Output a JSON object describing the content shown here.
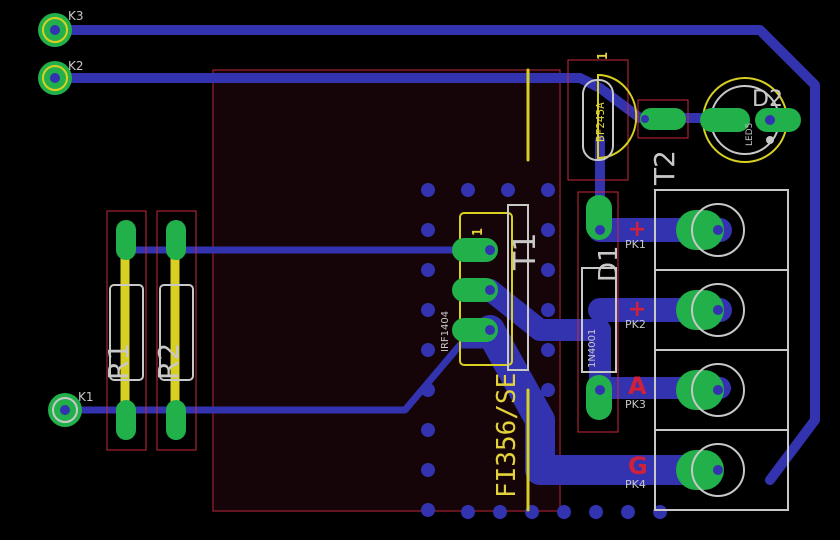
{
  "connectors": {
    "k1": "K1",
    "k2": "K2",
    "k3": "K3"
  },
  "resistors": {
    "r1": "R1",
    "r2": "R2"
  },
  "heatsink": {
    "label": "FI356/SE"
  },
  "transistor_t1": {
    "name": "T1",
    "value": "IRF1404",
    "pin1": "1"
  },
  "transistor_t2": {
    "name": "T2",
    "value": "BF245A",
    "pin1": "1"
  },
  "diode_d1": {
    "name": "D1",
    "value": "1N4001"
  },
  "led_d2": {
    "name": "D2",
    "value": "LED5"
  },
  "pk_pads": [
    {
      "label": "PK1",
      "sign": "+"
    },
    {
      "label": "PK2",
      "sign": "+"
    },
    {
      "label": "PK3",
      "sign": "A"
    },
    {
      "label": "PK4",
      "sign": "G"
    }
  ],
  "colors": {
    "background": "#000000",
    "bottom_copper": "#3333b0",
    "top_copper": "#d8d020",
    "pad": "#22b04a",
    "silkscreen": "#c8c8c8",
    "outline": "#c8283c"
  }
}
